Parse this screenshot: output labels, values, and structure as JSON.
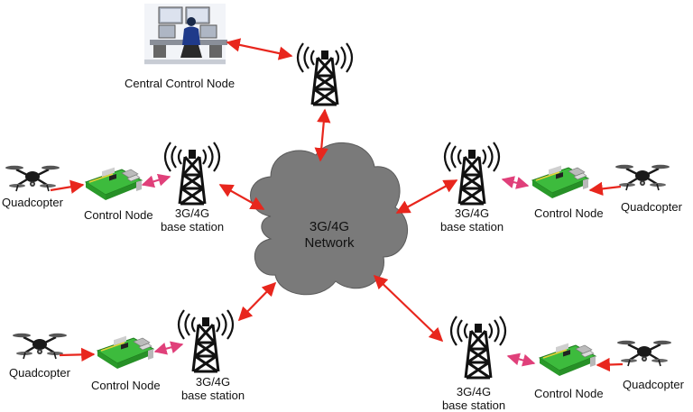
{
  "central_node": {
    "label": "Central Control Node",
    "icon": "operator-workstation-icon"
  },
  "network": {
    "line1": "3G/4G",
    "line2": "Network",
    "icon": "cloud-icon"
  },
  "base_station": {
    "line1": "3G/4G",
    "line2": "base station",
    "icon": "cell-tower-icon"
  },
  "control_node": {
    "label": "Control Node",
    "icon": "circuit-board-icon"
  },
  "quadcopter": {
    "label": "Quadcopter",
    "icon": "drone-icon"
  },
  "colors": {
    "link_red": "#e8261d",
    "link_pink": "#e0407a",
    "cloud_gray": "#7a7a7a",
    "board_green": "#3dbb3d"
  }
}
